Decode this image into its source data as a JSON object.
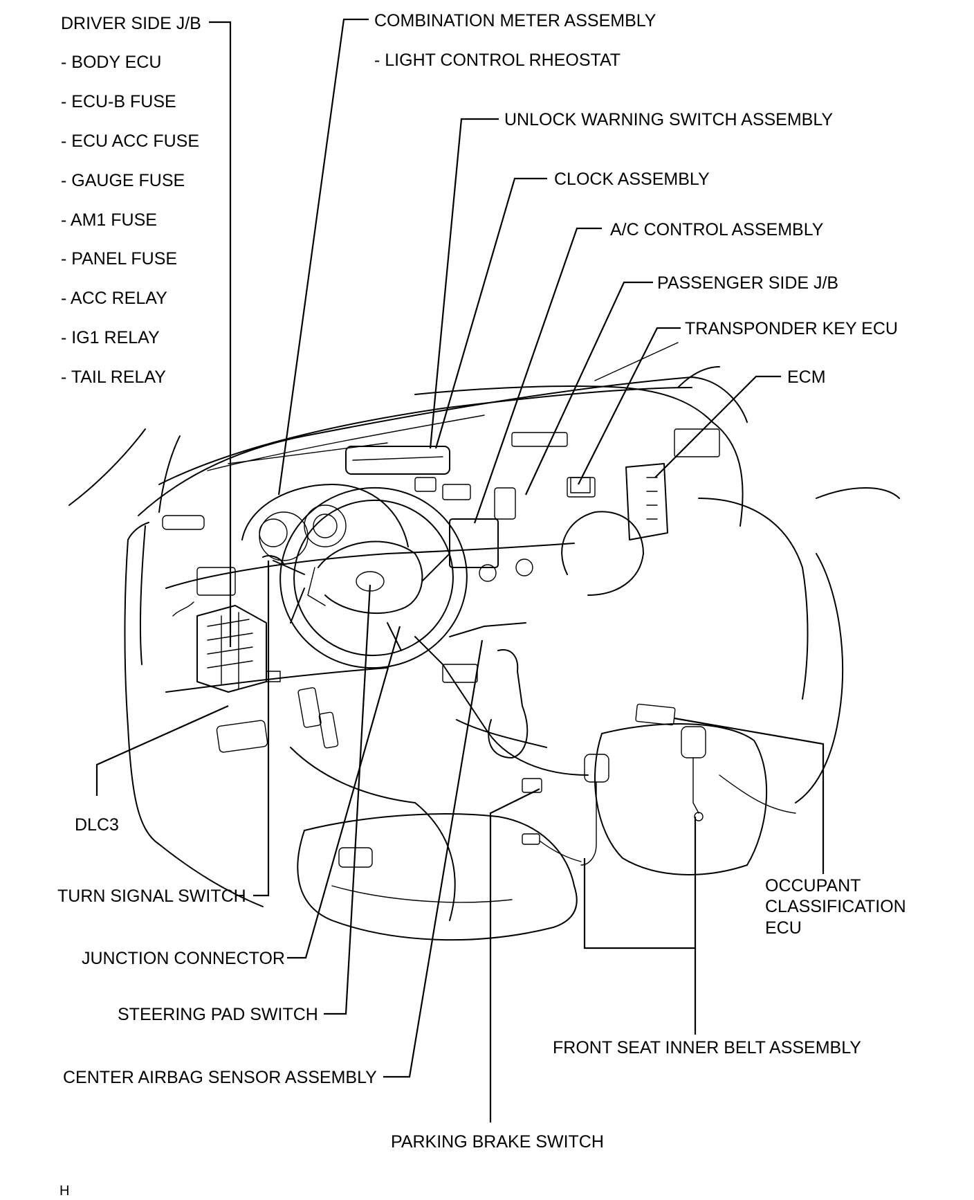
{
  "labels": {
    "driver_side_jb": "DRIVER SIDE J/B",
    "body_ecu": "- BODY ECU",
    "ecu_b_fuse": "- ECU-B FUSE",
    "ecu_acc_fuse": "- ECU ACC FUSE",
    "gauge_fuse": "- GAUGE FUSE",
    "am1_fuse": "- AM1 FUSE",
    "panel_fuse": "- PANEL FUSE",
    "acc_relay": "- ACC RELAY",
    "ig1_relay": "- IG1 RELAY",
    "tail_relay": "- TAIL RELAY",
    "combination_meter": "COMBINATION METER ASSEMBLY",
    "light_control_rheostat": "- LIGHT CONTROL RHEOSTAT",
    "unlock_warning_switch": "UNLOCK WARNING SWITCH ASSEMBLY",
    "clock_assembly": "CLOCK ASSEMBLY",
    "ac_control": "A/C CONTROL ASSEMBLY",
    "passenger_side_jb": "PASSENGER SIDE J/B",
    "transponder_key_ecu": "TRANSPONDER KEY ECU",
    "ecm": "ECM",
    "dlc3": "DLC3",
    "turn_signal_switch": "TURN SIGNAL SWITCH",
    "junction_connector": "JUNCTION CONNECTOR",
    "steering_pad_switch": "STEERING PAD SWITCH",
    "center_airbag_sensor": "CENTER AIRBAG SENSOR ASSEMBLY",
    "parking_brake_switch": "PARKING BRAKE SWITCH",
    "front_seat_inner_belt": "FRONT SEAT INNER BELT ASSEMBLY",
    "occupant_line1": "OCCUPANT",
    "occupant_line2": "CLASSIFICATION",
    "occupant_line3": "ECU",
    "page_code": "H"
  }
}
